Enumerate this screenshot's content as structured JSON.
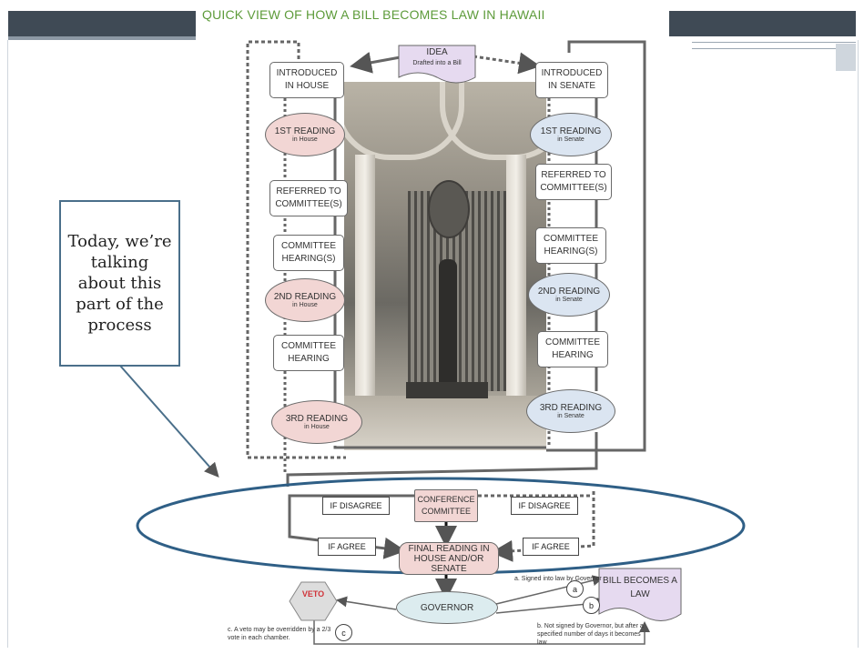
{
  "slide": {
    "title": "QUICK VIEW OF HOW A BILL BECOMES LAW IN HAWAII",
    "callout_text": "Today, we’re talking about this part of the process"
  },
  "nodes": {
    "idea_title": "IDEA",
    "idea_sub": "Drafted into a Bill",
    "house": {
      "introduced": "INTRODUCED IN HOUSE",
      "reading1": "1ST READING",
      "reading1_sub": "in House",
      "referred": "REFERRED TO COMMITTEE(S)",
      "hearings": "COMMITTEE HEARING(S)",
      "reading2": "2ND READING",
      "reading2_sub": "in House",
      "hearing": "COMMITTEE HEARING",
      "reading3": "3RD READING",
      "reading3_sub": "in House"
    },
    "senate": {
      "introduced": "INTRODUCED IN SENATE",
      "reading1": "1ST READING",
      "reading1_sub": "in Senate",
      "referred": "REFERRED TO COMMITTEE(S)",
      "hearings": "COMMITTEE HEARING(S)",
      "reading2": "2ND READING",
      "reading2_sub": "in Senate",
      "hearing": "COMMITTEE HEARING",
      "reading3": "3RD READING",
      "reading3_sub": "in Senate"
    },
    "conference": "CONFERENCE COMMITTEE",
    "if_disagree": "IF DISAGREE",
    "if_agree": "IF AGREE",
    "final_reading": "FINAL READING IN HOUSE AND/OR SENATE",
    "governor": "GOVERNOR",
    "veto": "VETO",
    "bill_law": "BILL BECOMES A LAW",
    "note_a": "a.  Signed into law by Governor",
    "note_b": "b. Not signed by Governor, but after a specified number of days it becomes law",
    "note_c": "c. A veto may be overridden by a 2/3 vote in each chamber.",
    "marker_a": "a",
    "marker_b": "b",
    "marker_c": "c"
  },
  "colors": {
    "title": "#5d9b3a",
    "house_oval": "#f2d6d4",
    "senate_oval": "#dbe5f1",
    "highlight_ellipse": "#2f5f86",
    "veto": "#d0343a"
  }
}
